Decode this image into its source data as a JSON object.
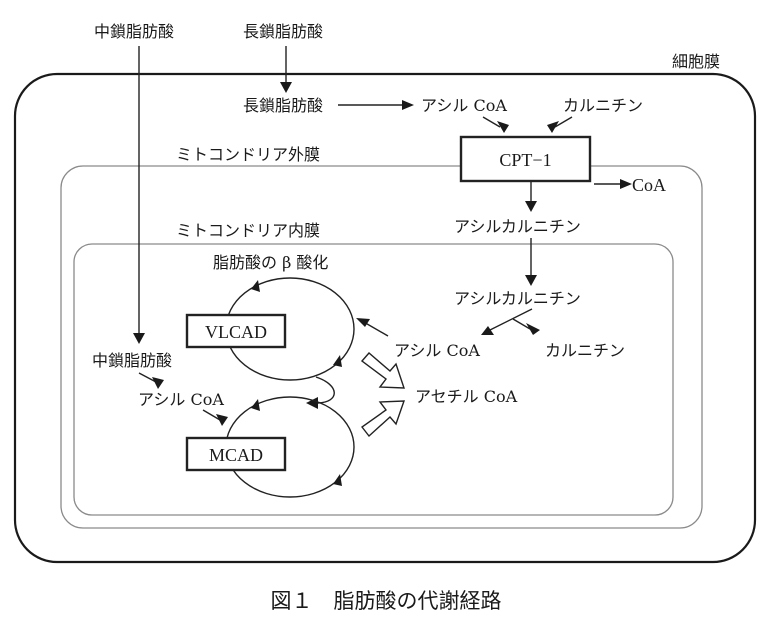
{
  "figure": {
    "caption": "図１　脂肪酸の代謝経路"
  },
  "compartments": {
    "cell_membrane": "細胞膜",
    "mito_outer": "ミトコンドリア外膜",
    "mito_inner": "ミトコンドリア内膜"
  },
  "outside": {
    "medium_chain_fa": "中鎖脂肪酸",
    "long_chain_fa": "長鎖脂肪酸"
  },
  "cytosol": {
    "long_chain_fa": "長鎖脂肪酸",
    "acyl_coa": "アシル CoA",
    "carnitine": "カルニチン",
    "enzyme_cpt1": "CPT−1",
    "coa_out": "CoA",
    "acylcarnitine": "アシルカルニチン"
  },
  "matrix": {
    "acylcarnitine": "アシルカルニチン",
    "acyl_coa": "アシル CoA",
    "carnitine": "カルニチン",
    "beta_oxidation": "脂肪酸の β 酸化",
    "enzyme_vlcad": "VLCAD",
    "enzyme_mcad": "MCAD",
    "medium_chain_fa": "中鎖脂肪酸",
    "mc_acyl_coa": "アシル CoA",
    "acetyl_coa": "アセチル CoA"
  }
}
